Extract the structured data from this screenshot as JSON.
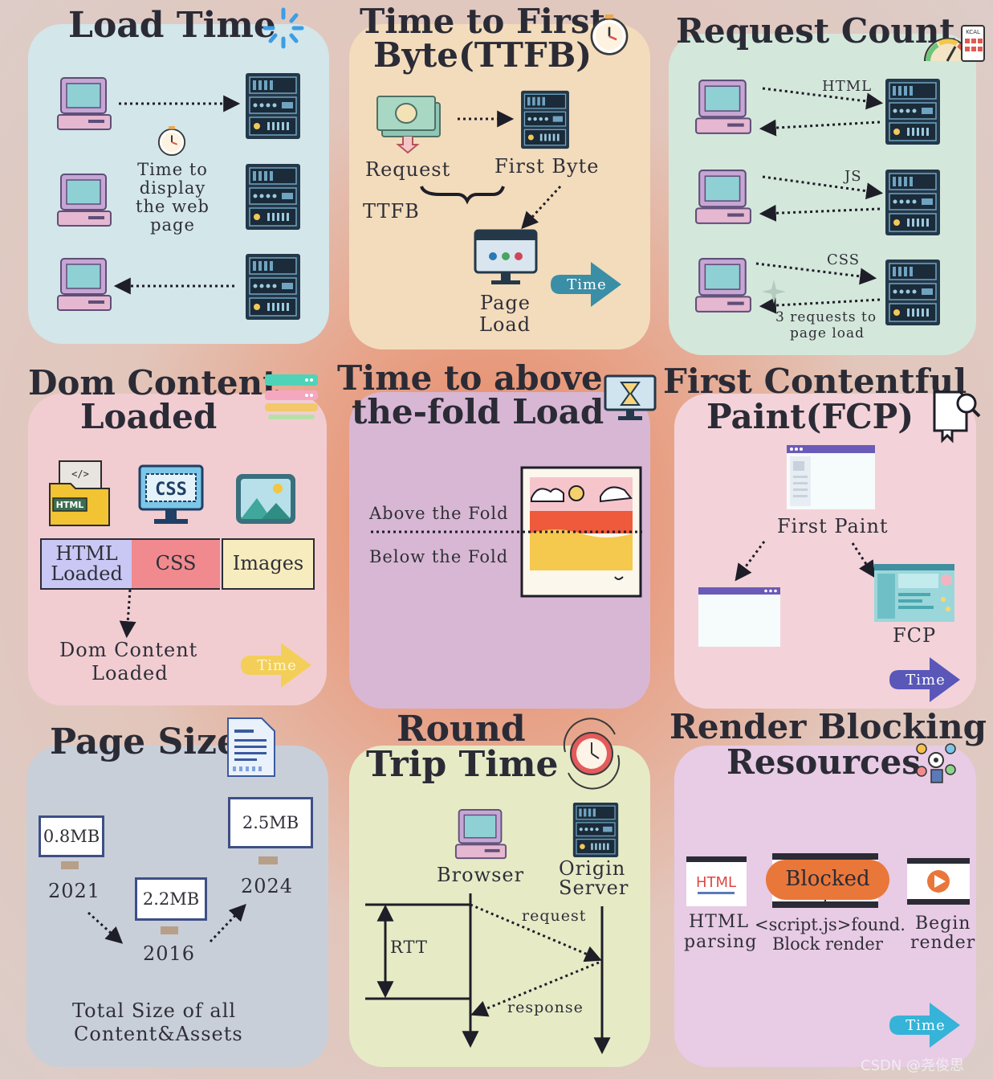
{
  "load_time": {
    "title": "Load Time",
    "caption": "Time to\ndisplay\nthe web\npage"
  },
  "ttfb": {
    "title_line1": "Time to First",
    "title_line2": "Byte(TTFB)",
    "request": "Request",
    "first_byte": "First Byte",
    "ttfb_label": "TTFB",
    "page_load_line1": "Page",
    "page_load_line2": "Load",
    "time_arrow": "Time"
  },
  "request_count": {
    "title": "Request Count",
    "kcal": "KCAL",
    "html": "HTML",
    "js": "JS",
    "css": "CSS",
    "caption_line1": "3 requests to",
    "caption_line2": "page load"
  },
  "dom_content": {
    "title_line1": "Dom Content",
    "title_line2": "Loaded",
    "css_icon": "CSS",
    "html_icon": "HTML",
    "html_loaded_line1": "HTML",
    "html_loaded_line2": "Loaded",
    "css_label": "CSS",
    "images_label": "Images",
    "caption_line1": "Dom Content",
    "caption_line2": "Loaded",
    "time_arrow": "Time"
  },
  "above_fold": {
    "title_line1": "Time to above-",
    "title_line2": "the-fold Load",
    "above": "Above the Fold",
    "below": "Below the Fold"
  },
  "fcp": {
    "title_line1": "First Contentful",
    "title_line2": "Paint(FCP)",
    "first_paint": "First Paint",
    "fcp_label": "FCP",
    "time_arrow": "Time"
  },
  "page_size": {
    "title": "Page Size",
    "items": [
      {
        "year": "2021",
        "size": "0.8MB"
      },
      {
        "year": "2016",
        "size": "2.2MB"
      },
      {
        "year": "2024",
        "size": "2.5MB"
      }
    ],
    "caption_line1": "Total Size of all",
    "caption_line2": "Content&Assets"
  },
  "rtt": {
    "title_line1": "Round",
    "title_line2": "Trip Time",
    "browser": "Browser",
    "origin_line1": "Origin",
    "origin_line2": "Server",
    "request": "request",
    "response": "response",
    "rtt_label": "RTT"
  },
  "render_blocking": {
    "title_line1": "Render Blocking",
    "title_line2": "Resources",
    "html_icon": "HTML",
    "blocked": "Blocked",
    "html_parsing_line1": "HTML",
    "html_parsing_line2": "parsing",
    "script_line1": "<script.js>found.",
    "script_line2": "Block render",
    "begin_line1": "Begin",
    "begin_line2": "render",
    "time_arrow": "Time"
  },
  "watermark": "CSDN @尧俊思",
  "colors": {
    "load_time_bg": "#d3e6e9",
    "ttfb_bg": "#f3dcbc",
    "request_bg": "#d4e7db",
    "dom_bg": "#f1cdd2",
    "fold_bg": "#d8b7d4",
    "fcp_bg": "#f3d3d9",
    "size_bg": "#c9cfd8",
    "rtt_bg": "#e6ebc6",
    "render_bg": "#e8cbe5",
    "server": "#24384a",
    "computer": "#c9a9d6"
  }
}
